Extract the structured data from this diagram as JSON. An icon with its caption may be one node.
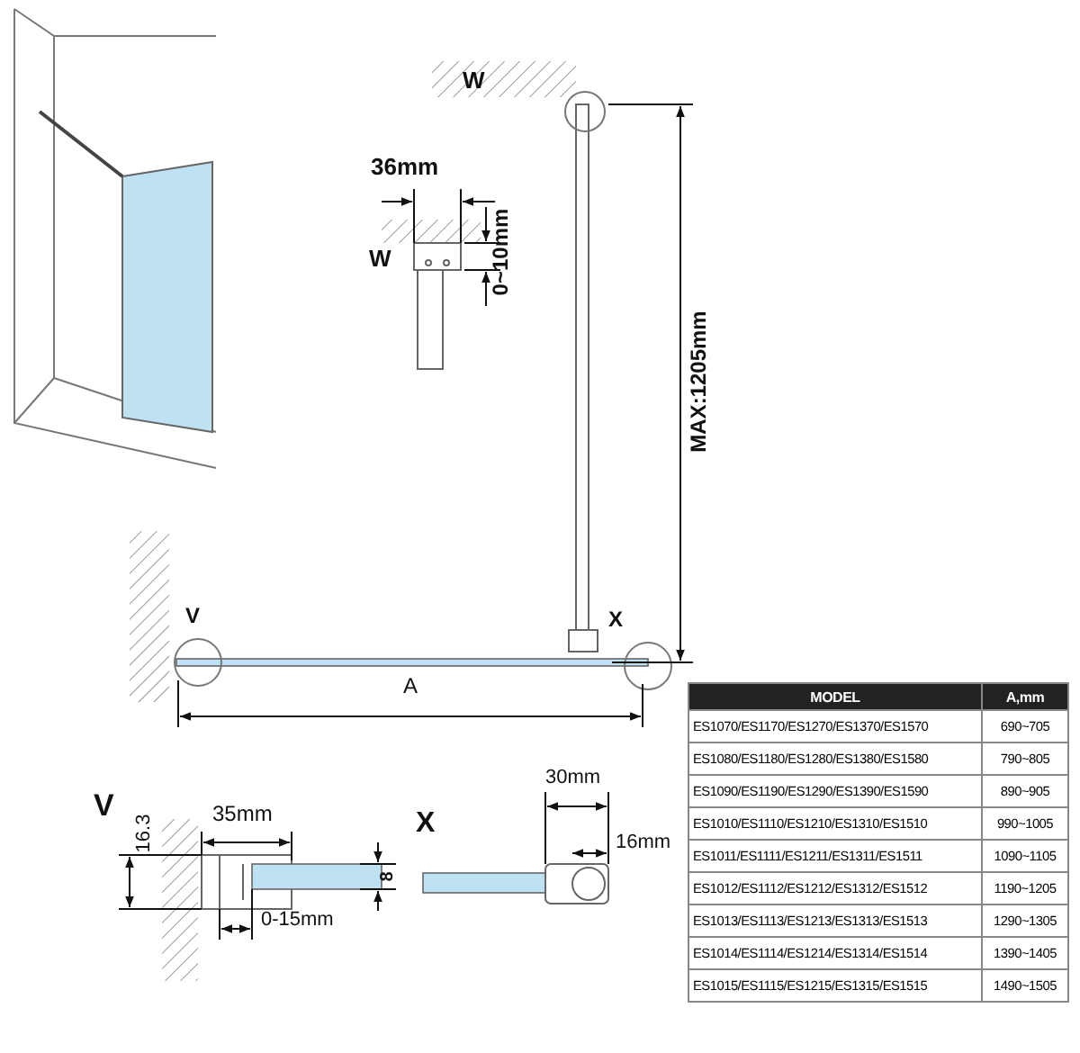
{
  "diagram": {
    "labels": [
      "W",
      "36mm",
      "0~10mm",
      "W",
      "MAX:1205mm",
      "V",
      "X",
      "A",
      "V",
      "16.3",
      "35mm",
      "8",
      "X",
      "30mm",
      "16mm",
      "0-15mm",
      "MODEL",
      "A,mm",
      "ES1070/ES1170/ES1270/ES1370/ES1570",
      "690~705",
      "ES1080/ES1180/ES1280/ES1380/ES1580",
      "790~805",
      "ES1090/ES1190/ES1290/ES1390/ES1590",
      "890~905",
      "ES1010/ES1110/ES1210/ES1310/ES1510",
      "990~1005",
      "ES1011/ES1111/ES1211/ES1311/ES1511",
      "1090~1105",
      "ES1012/ES1112/ES1212/ES1312/ES1512",
      "1190~1205",
      "ES1013/ES1113/ES1213/ES1313/ES1513",
      "1290~1305",
      "ES1014/ES1114/ES1214/ES1314/ES1514",
      "1390~1405",
      "ES1015/ES1115/ES1215/ES1315/ES1515",
      "1490~1505"
    ]
  }
}
